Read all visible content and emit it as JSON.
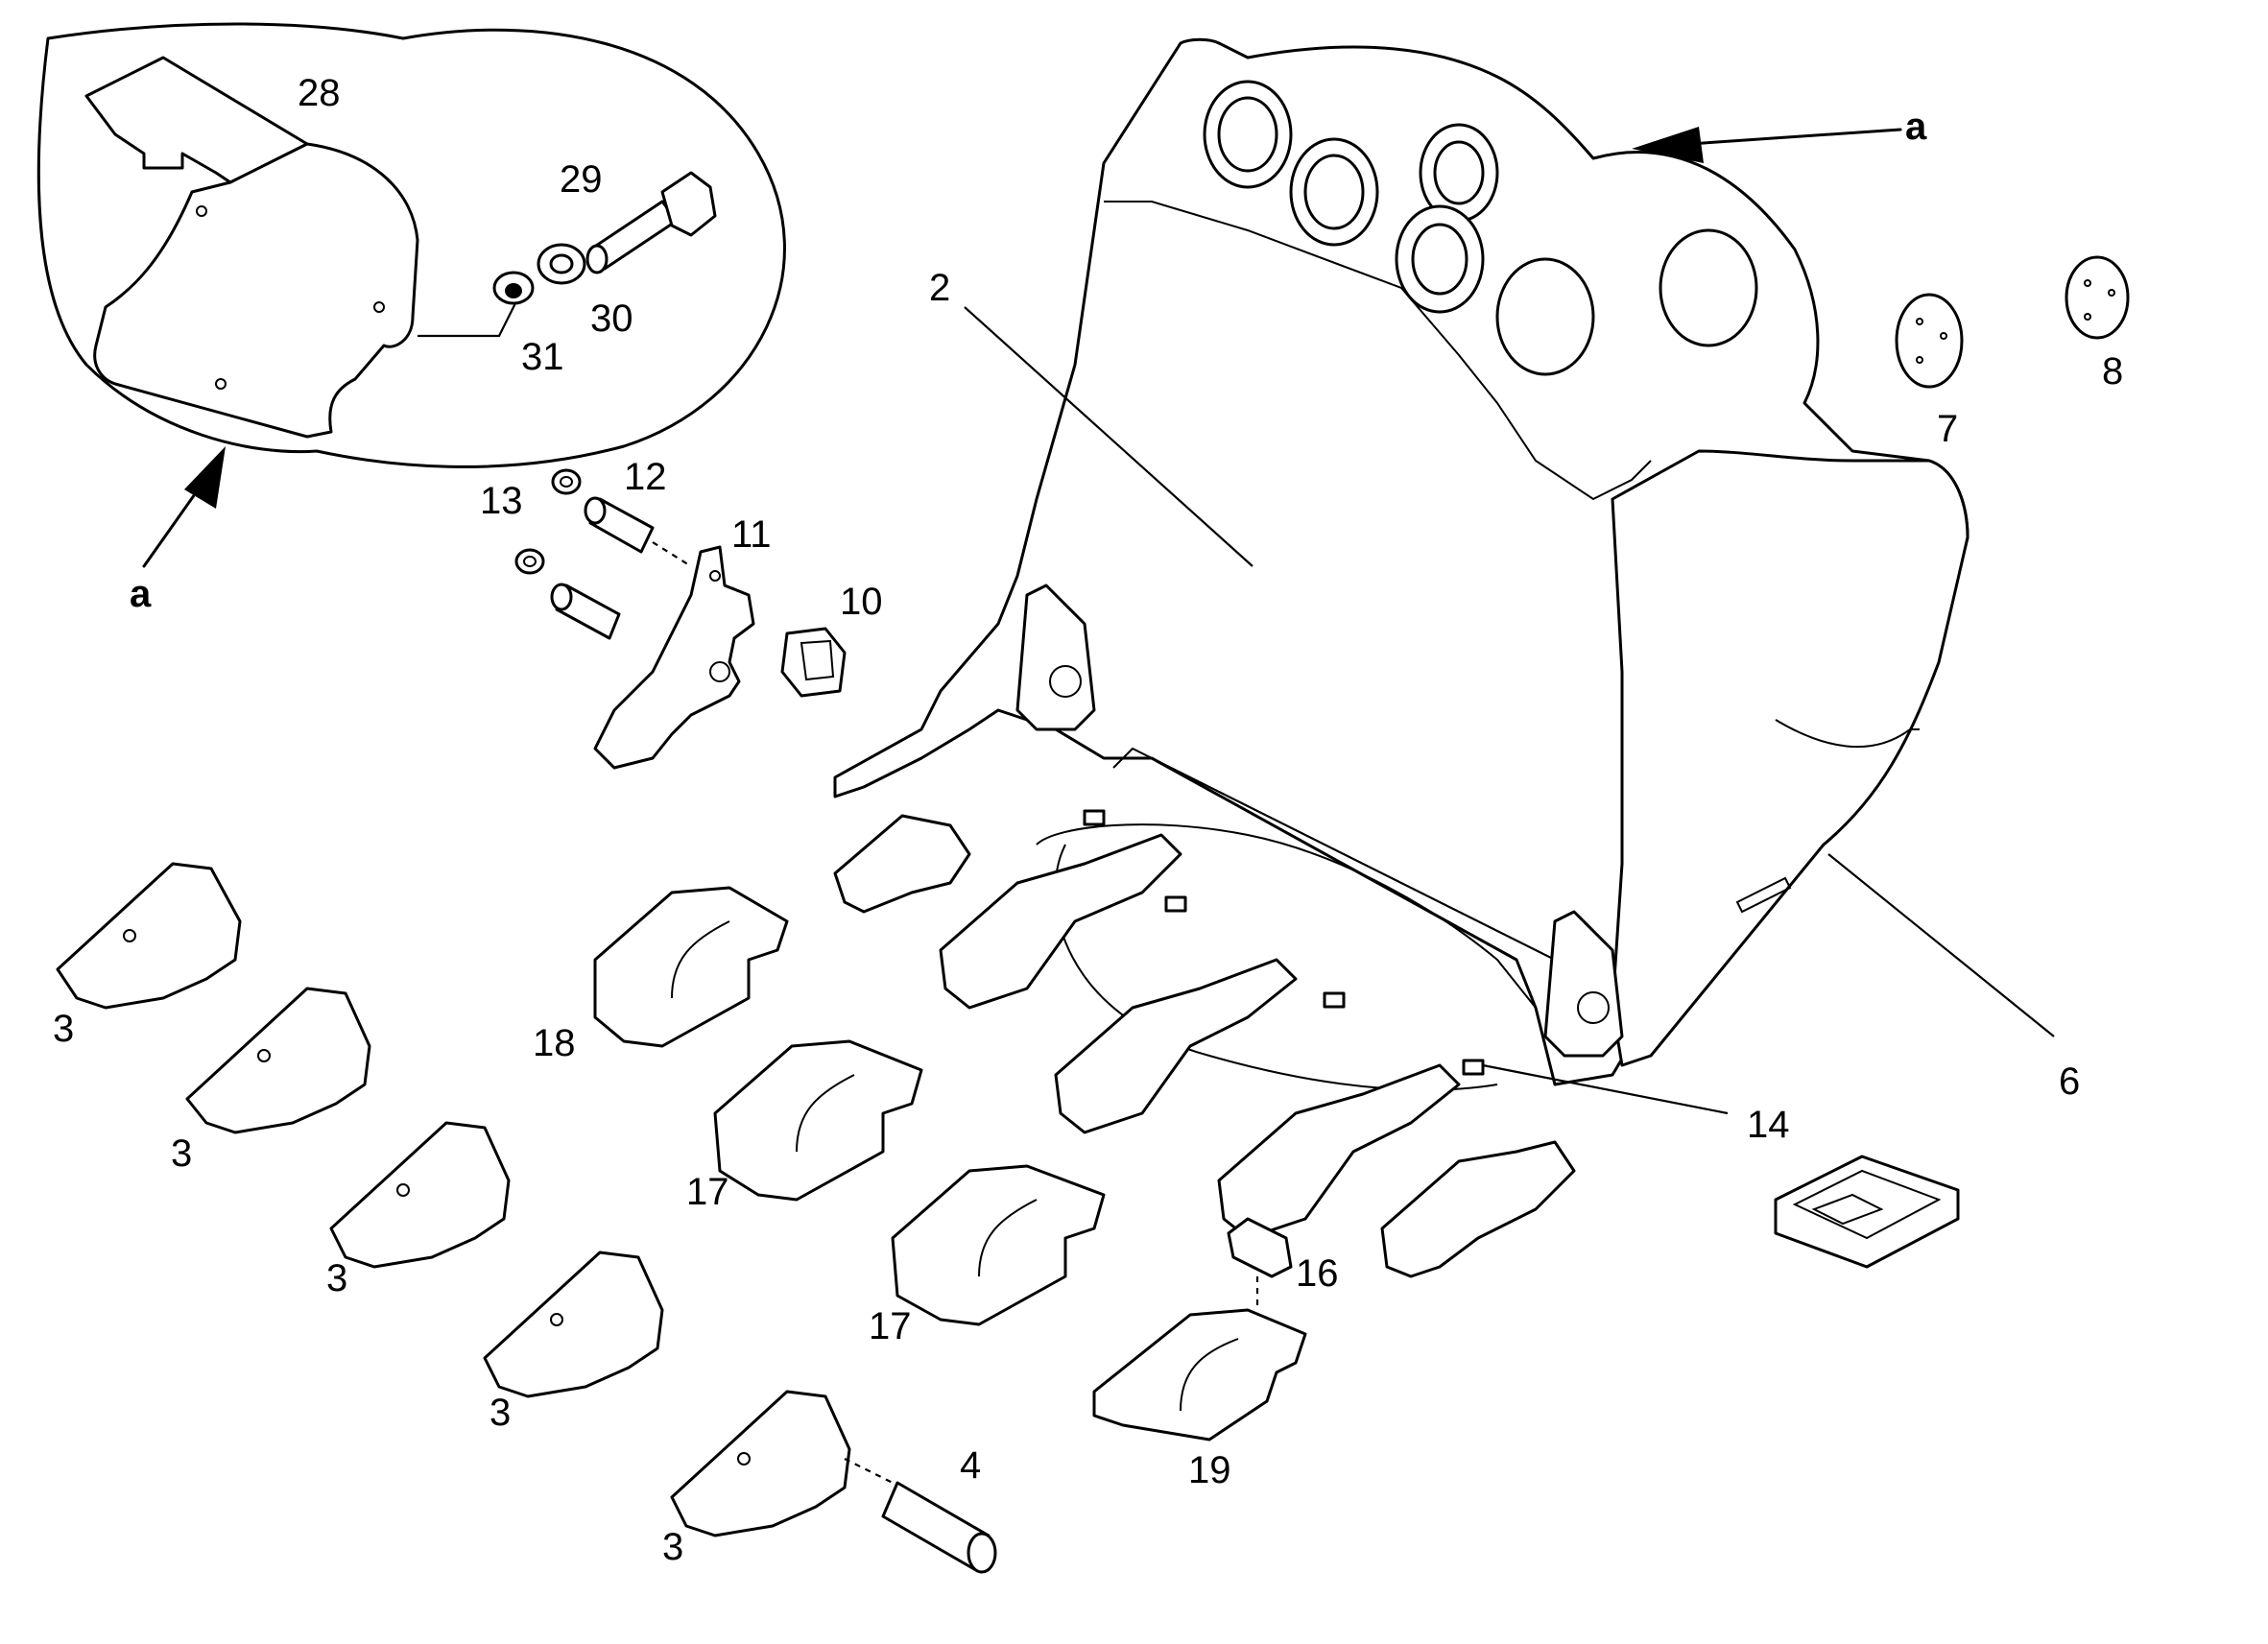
{
  "callouts": {
    "c28": "28",
    "c29": "29",
    "c30": "30",
    "c31": "31",
    "c2": "2",
    "c6": "6",
    "c7": "7",
    "c8": "8",
    "c10": "10",
    "c11": "11",
    "c12": "12",
    "c13": "13",
    "c14": "14",
    "c16": "16",
    "c17a": "17",
    "c17b": "17",
    "c18": "18",
    "c19": "19",
    "c3a": "3",
    "c3b": "3",
    "c3c": "3",
    "c3d": "3",
    "c3e": "3",
    "c4": "4"
  },
  "view_marks": {
    "a_top": "a",
    "a_left": "a"
  }
}
